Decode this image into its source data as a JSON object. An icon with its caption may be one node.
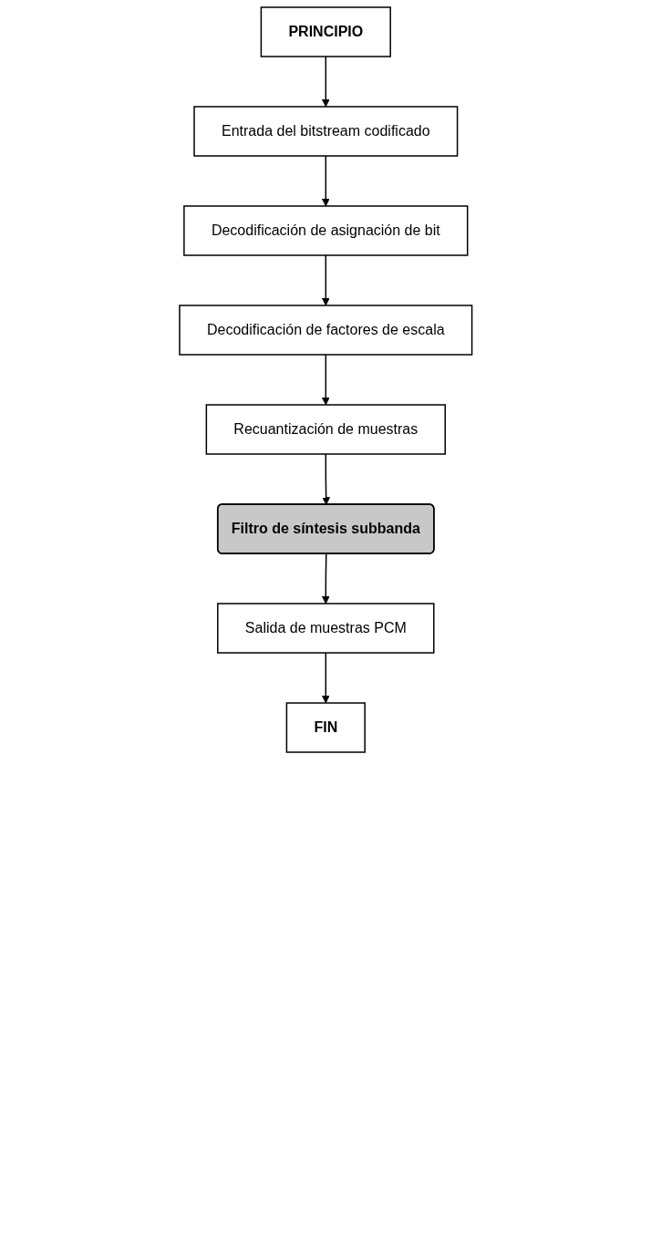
{
  "diagram": {
    "nodes": [
      {
        "text": [
          "PRINCIPIO"
        ]
      },
      {
        "text": [
          "Entrada del bitstream codificado"
        ]
      },
      {
        "text": [
          "Decodificación de asignación de bit"
        ]
      },
      {
        "text": [
          "Decodificación de factores de escala"
        ]
      },
      {
        "text": [
          "Recuantización de muestras"
        ]
      },
      {
        "text": [
          "Filtro de síntesis subbanda"
        ]
      },
      {
        "text": [
          "Salida de muestras PCM"
        ]
      },
      {
        "text": [
          "FIN"
        ]
      }
    ],
    "edges": [
      {
        "from": 0,
        "to": 1,
        "arrow": "to"
      },
      {
        "from": 1,
        "to": 2,
        "arrow": "to"
      },
      {
        "from": 2,
        "to": 3,
        "arrow": "to"
      },
      {
        "from": 3,
        "to": 4,
        "arrow": "to"
      },
      {
        "from": 4,
        "to": 5,
        "arrow": "to"
      },
      {
        "from": 5,
        "to": 6,
        "arrow": "to"
      },
      {
        "from": 6,
        "to": 7,
        "arrow": "to"
      }
    ]
  }
}
